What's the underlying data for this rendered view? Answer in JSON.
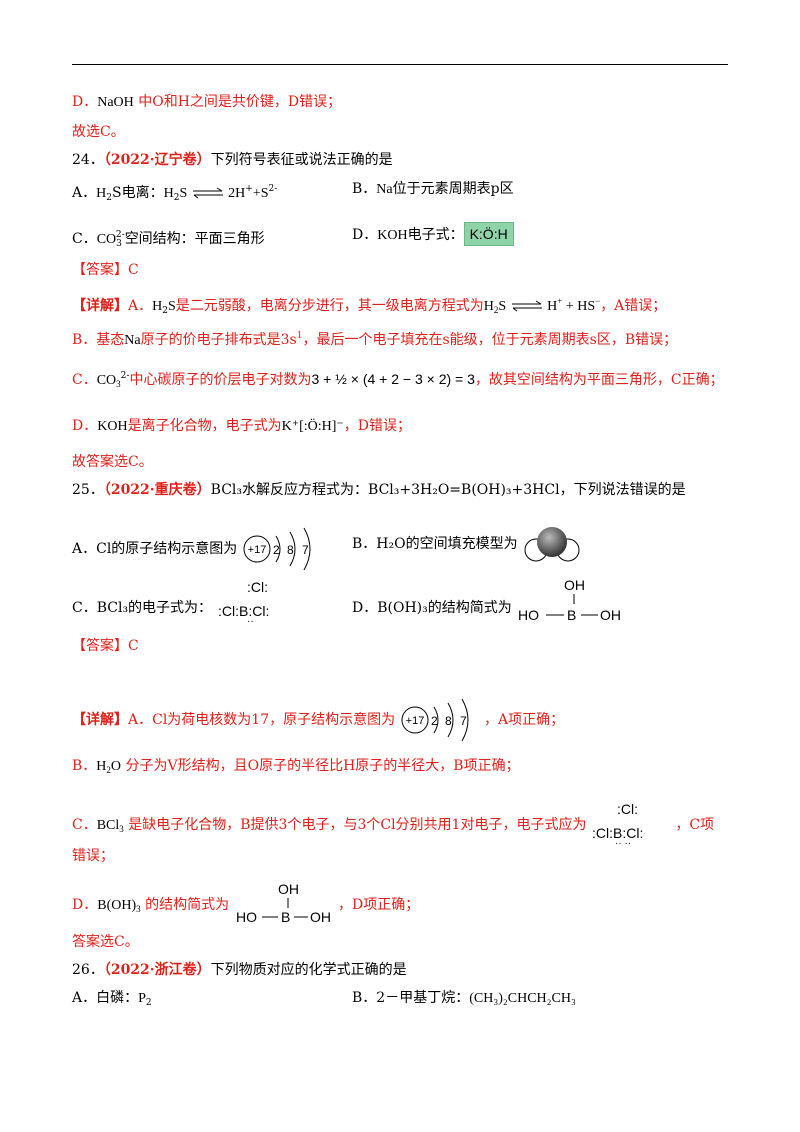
{
  "q23_tail": {
    "d_label": "D．",
    "d_formula": "NaOH",
    "d_text": "中O和H之间是共价键，D错误；",
    "conclusion": "故选C。"
  },
  "q24": {
    "number": "24．",
    "source": "（2022·辽宁卷）",
    "stem": "下列符号表征或说法正确的是",
    "a_label": "A．",
    "a_text": "H",
    "a_text2": "S电离：",
    "a_eq_left": "H",
    "a_eq_right": "2H",
    "a_eq_s": "+S",
    "b_label": "B．",
    "b_na": "Na",
    "b_text": "位于元素周期表p区",
    "c_label": "C．",
    "c_formula": "CO",
    "c_text": "空间结构：平面三角形",
    "d_label": "D．",
    "d_formula": "KOH",
    "d_text": "电子式：",
    "d_box": "K:Ö:H",
    "answer": "【答案】C",
    "detail_label": "【详解】",
    "detail_a1": "A．",
    "detail_a2": "是二元弱酸，电离分步进行，其一级电离方程式为",
    "detail_a3": "，A错误；",
    "detail_b1": "B．基态",
    "detail_b2": "原子的价电子排布式是3s",
    "detail_b3": "，最后一个电子填充在s能级，位于元素周期表s区，B错误；",
    "detail_c1": "C．",
    "detail_c2": "中心碳原子的价层电子对数为",
    "detail_c_calc": "3 + ½ × (4 + 2 − 3 × 2) = 3",
    "detail_c3": "，故其空间结构为平面三角形，C正确；",
    "detail_d1": "D．",
    "detail_d2": "是离子化合物，电子式为",
    "detail_d_formula": "K⁺[:Ö:H]⁻",
    "detail_d3": "，D错误；",
    "conclusion": "故答案选C。"
  },
  "q25": {
    "number": "25．",
    "source": "（2022·重庆卷）",
    "stem": "BCl₃水解反应方程式为：BCl₃+3H₂O=B(OH)₃+3HCl，下列说法错误的是",
    "a_text": "A．Cl的原子结构示意图为",
    "b_text": "B．H₂O的空间填充模型为",
    "c_text": "C．BCl₃的电子式为：",
    "d_text": "D．B(OH)₃的结构简式为",
    "answer": "【答案】C",
    "detail_label": "【详解】",
    "detail_a": "A．Cl为荷电核数为17，原子结构示意图为",
    "detail_a_end": "，A项正确；",
    "detail_b1": "B．",
    "detail_b2": "分子为V形结构，且O原子的半径比H原子的半径大，B项正确；",
    "detail_c1": "C．",
    "detail_c2": "是缺电子化合物，B提供3个电子，与3个Cl分别共用1对电子，电子式应为",
    "detail_c3": "，C项",
    "detail_c4": "错误；",
    "detail_d1": "D．",
    "detail_d2": "的结构简式为",
    "detail_d3": "，D项正确；",
    "conclusion": "答案选C。",
    "nucleus": "+17",
    "shells": [
      "2",
      "8",
      "7"
    ],
    "oh": "OH",
    "ho_b_oh": "HO—B—OH",
    "cl": "Cl",
    "b": "B"
  },
  "q26": {
    "number": "26．",
    "source": "（2022·浙江卷）",
    "stem": "下列物质对应的化学式正确的是",
    "a_text": "A．白磷：",
    "a_formula": "P",
    "b_text": "B．",
    "b_name": "2－甲基丁烷：",
    "b_formula": "(CH₃)₂CHCH₂CH₃"
  }
}
